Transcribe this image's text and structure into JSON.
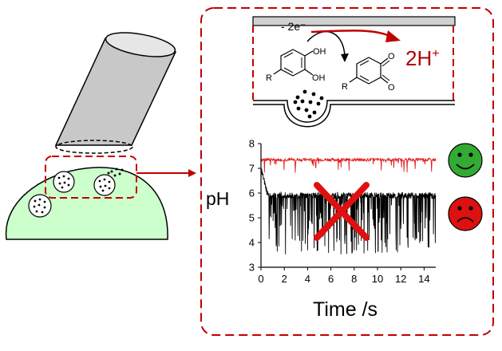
{
  "reaction": {
    "electrons": "- 2e⁻",
    "protons": "2H",
    "protons_sup": "+",
    "oh_top": "OH",
    "oh_bottom": "OH",
    "r_left": "R",
    "r_right": "R",
    "o_top": "O",
    "o_bottom": "O"
  },
  "colors": {
    "dashed_border": "#c00000",
    "arrow": "#c00000",
    "cell_fill": "#ccffcc",
    "pipette_fill": "#c8c8c8",
    "good_face": "#33aa33",
    "bad_face": "#dd1111",
    "trace_high": "#e02020",
    "trace_low": "#000000",
    "cross": "#e01010"
  },
  "chart_data": {
    "type": "line",
    "xlabel": "Time /s",
    "ylabel": "pH",
    "xlim": [
      0,
      15
    ],
    "ylim": [
      3,
      8
    ],
    "xticks": [
      "0",
      "2",
      "4",
      "6",
      "8",
      "10",
      "12",
      "14"
    ],
    "yticks": [
      "3",
      "4",
      "5",
      "6",
      "7",
      "8"
    ],
    "series": [
      {
        "color": "#e02020",
        "baseline": 7.35,
        "spike_min": 6.8
      },
      {
        "color": "#000000",
        "start": 7.0,
        "baseline": 5.9,
        "spike_min": 3.5
      }
    ]
  }
}
